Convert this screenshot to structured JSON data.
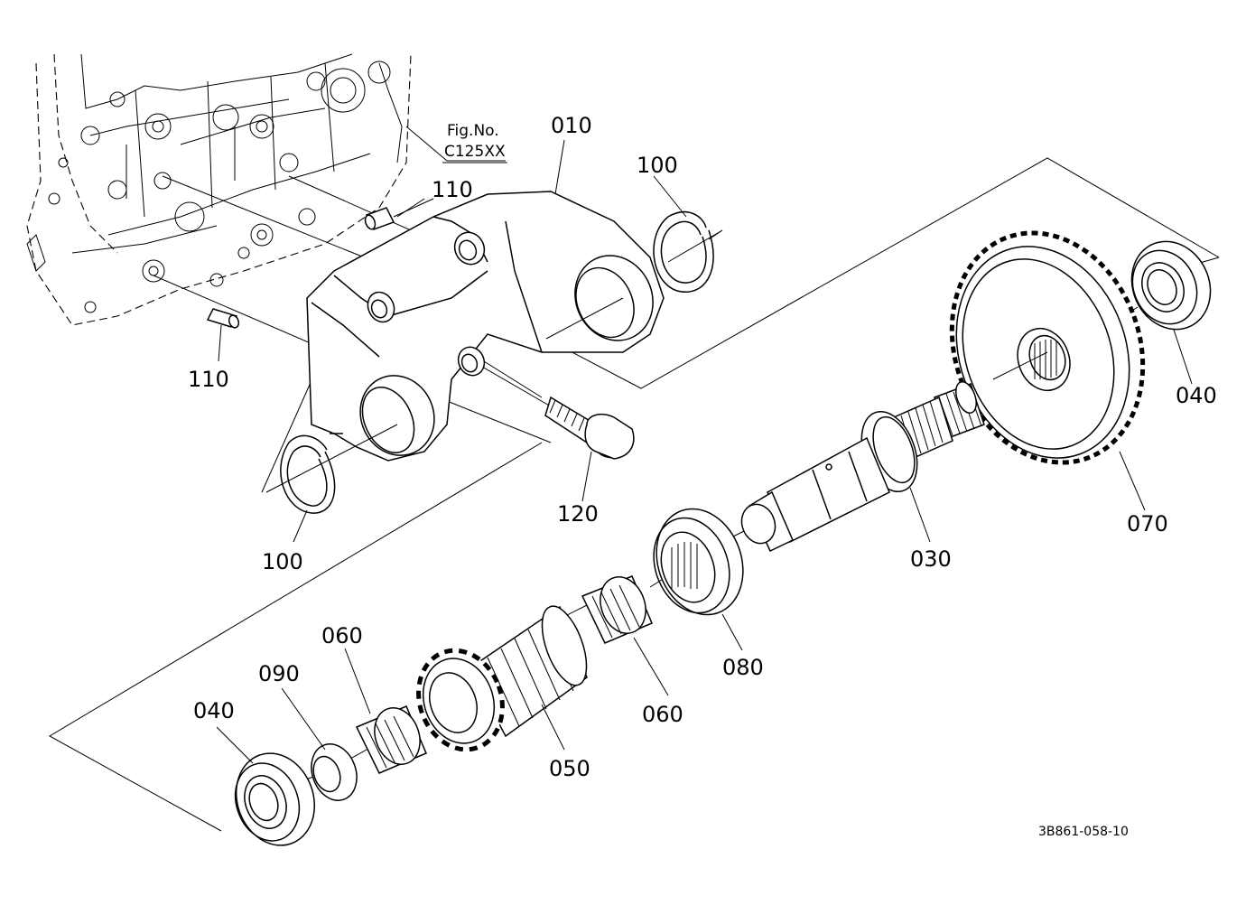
{
  "fig_ref": {
    "line1": "Fig.No.",
    "line2": "C125XX"
  },
  "callouts": {
    "p010": "010",
    "p100_top": "100",
    "p110_top": "110",
    "p110_bottom": "110",
    "p100_bottom": "100",
    "p120": "120",
    "p040_right": "040",
    "p070": "070",
    "p030": "030",
    "p080": "080",
    "p060_right": "060",
    "p050": "050",
    "p060_left": "060",
    "p090": "090",
    "p040_left": "040"
  },
  "drawing_code": "3B861-058-10"
}
